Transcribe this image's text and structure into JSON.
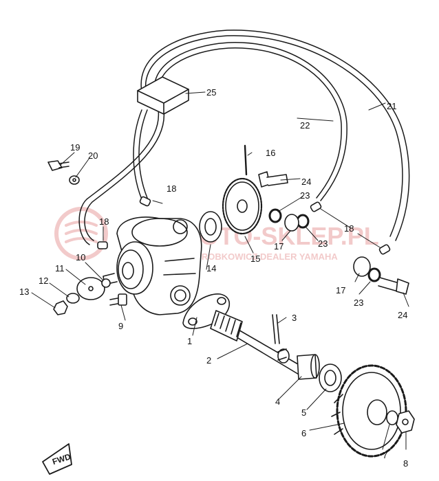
{
  "diagram": {
    "parts": [
      "1",
      "2",
      "3",
      "4",
      "5",
      "6",
      "7",
      "8",
      "9",
      "10",
      "11",
      "12",
      "13",
      "14",
      "15",
      "16",
      "17",
      "17",
      "18",
      "18",
      "18",
      "19",
      "20",
      "21",
      "22",
      "23",
      "23",
      "23",
      "24",
      "24",
      "25"
    ],
    "fwd_label": "FWD",
    "watermark": {
      "main": "MOTO-SKLEP.PL",
      "sub": "...ROBKOWICZ DEALER YAMAHA"
    },
    "colors": {
      "ink": "#1a1a1a",
      "watermark": "#e8a0a0",
      "background": "#ffffff"
    }
  },
  "callouts": {
    "c1": "1",
    "c2": "2",
    "c3": "3",
    "c4": "4",
    "c5": "5",
    "c6": "6",
    "c7": "7",
    "c8": "8",
    "c9": "9",
    "c10": "10",
    "c11": "11",
    "c12": "12",
    "c13": "13",
    "c14": "14",
    "c15": "15",
    "c16": "16",
    "c17a": "17",
    "c17b": "17",
    "c18a": "18",
    "c18b": "18",
    "c18c": "18",
    "c19": "19",
    "c20": "20",
    "c21": "21",
    "c22": "22",
    "c23a": "23",
    "c23b": "23",
    "c23c": "23",
    "c24a": "24",
    "c24b": "24",
    "c25": "25"
  }
}
